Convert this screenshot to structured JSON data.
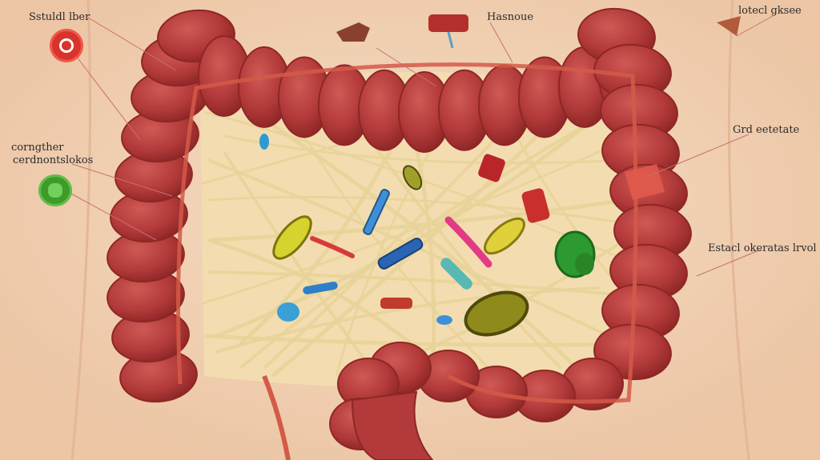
{
  "labels": {
    "top_left": "Sstuldl lber",
    "top_center": "Hasnoue",
    "top_right": "lotecl gksee",
    "mid_left_line1": "corngther",
    "mid_left_line2": "cerdnontslokos",
    "right_upper": "Grd eetetate",
    "right_lower": "Estacl okeratas lrvol"
  },
  "colors": {
    "skin": "#f1d2b6",
    "colon": "#b23a3a",
    "colon_dark": "#8f2626",
    "fiber": "#e8d49a",
    "interior": "#f2dcaa",
    "badge_red": "#d8342c",
    "badge_green": "#3f9a2a"
  },
  "icons": {
    "top_left_badge": "red-bacteria-icon",
    "left_badge": "green-bacteria-icon"
  }
}
